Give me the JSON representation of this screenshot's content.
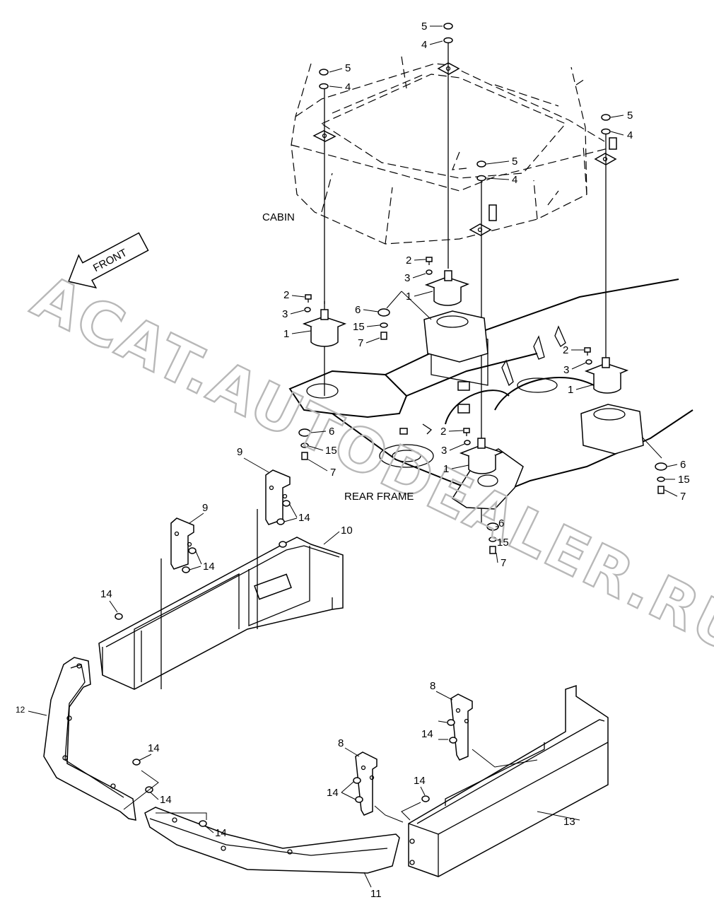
{
  "labels": {
    "cabin": "CABIN",
    "rear_frame": "REAR FRAME",
    "front": "FRONT"
  },
  "watermark": "ACAT.AUTODEALER.RU",
  "callouts": {
    "c1": "1",
    "c2": "2",
    "c3": "3",
    "c4": "4",
    "c5": "5",
    "c6": "6",
    "c7": "7",
    "c8": "8",
    "c9": "9",
    "c10": "10",
    "c11": "11",
    "c12": "12",
    "c13": "13",
    "c14": "14",
    "c15": "15"
  },
  "colors": {
    "line": "#000000",
    "watermark": "#b8b8b8",
    "background": "#ffffff"
  }
}
